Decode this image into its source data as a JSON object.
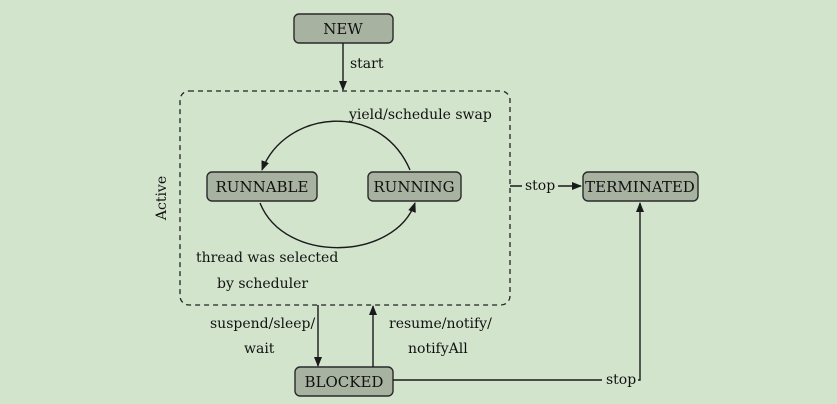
{
  "states": {
    "new": "NEW",
    "runnable": "RUNNABLE",
    "running": "RUNNING",
    "terminated": "TERMINATED",
    "blocked": "BLOCKED"
  },
  "group": {
    "label": "Active"
  },
  "transitions": {
    "start": "start",
    "yield_swap": "yield/schedule swap",
    "thread_selected_line1": "thread was selected",
    "thread_selected_line2": "by scheduler",
    "stop_active": "stop",
    "suspend_line1": "suspend/sleep/",
    "suspend_line2": "wait",
    "resume_line1": "resume/notify/",
    "resume_line2": "notifyAll",
    "stop_blocked": "stop"
  },
  "colors": {
    "background": "#d3e4cd",
    "state_fill": "#a7b3a0",
    "stroke": "#1a1a1a"
  }
}
